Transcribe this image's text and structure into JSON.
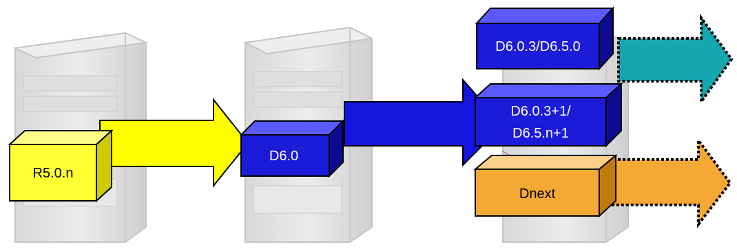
{
  "boxes": {
    "r5": {
      "label": "R5.0.n",
      "fill": "#ffff33"
    },
    "d6": {
      "label": "D6.0",
      "fill": "#1c1cd8"
    },
    "d603": {
      "label": "D6.0.3/D6.5.0",
      "fill": "#1c1cd8"
    },
    "d603p1": {
      "line1": "D6.0.3+1/",
      "line2": "D6.5.n+1",
      "fill": "#1c1cd8"
    },
    "dnext": {
      "label": "Dnext",
      "fill": "#f5a833"
    }
  },
  "colors": {
    "server": "#e4e4e4",
    "yellow_arrow": "#ffff00",
    "blue_arrow": "#1515e0",
    "teal_arrow": "#14a7b0",
    "orange_arrow": "#f5a833"
  }
}
